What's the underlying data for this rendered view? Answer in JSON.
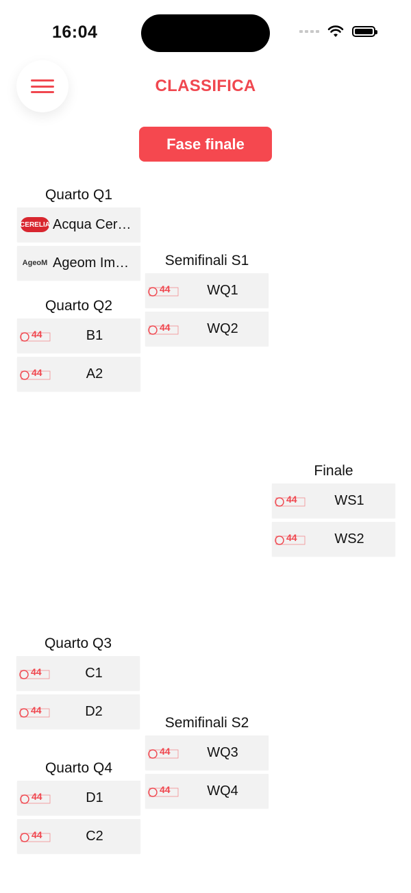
{
  "status": {
    "time": "16:04"
  },
  "header": {
    "title": "CLASSIFICA"
  },
  "phase_button": "Fase finale",
  "matches": {
    "q1": {
      "title": "Quarto Q1",
      "teams": [
        "Acqua Cerelia",
        "Ageom Impianti"
      ]
    },
    "q2": {
      "title": "Quarto Q2",
      "teams": [
        "B1",
        "A2"
      ]
    },
    "s1": {
      "title": "Semifinali S1",
      "teams": [
        "WQ1",
        "WQ2"
      ]
    },
    "final": {
      "title": "Finale",
      "teams": [
        "WS1",
        "WS2"
      ]
    },
    "q3": {
      "title": "Quarto Q3",
      "teams": [
        "C1",
        "D2"
      ]
    },
    "s2": {
      "title": "Semifinali S2",
      "teams": [
        "WQ3",
        "WQ4"
      ]
    },
    "q4": {
      "title": "Quarto Q4",
      "teams": [
        "D1",
        "C2"
      ]
    }
  },
  "logos": {
    "q1_team1": "CERELIA",
    "q1_team2": "AgeoM",
    "placeholder": "44"
  },
  "colors": {
    "accent": "#f0474f",
    "row_bg": "#f2f2f2"
  },
  "icons": {
    "menu": "hamburger-menu-icon"
  }
}
